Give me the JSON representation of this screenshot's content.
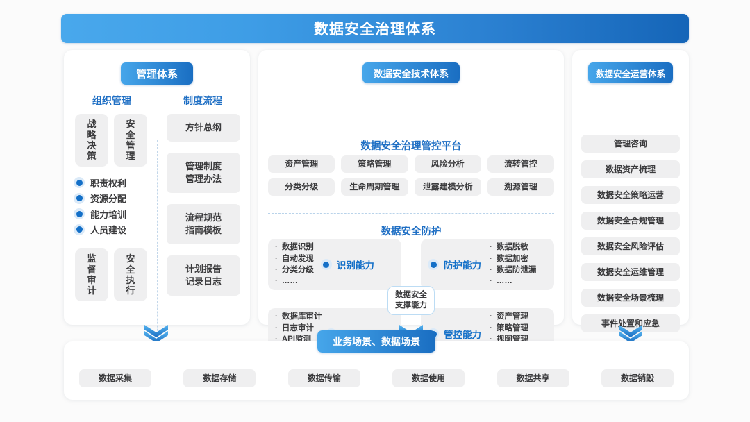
{
  "title": "数据安全治理体系",
  "colors": {
    "accent_light": "#46a6ea",
    "accent_dark": "#1a6ec2",
    "chip_bg": "#efeff0",
    "text_dark": "#3b3b3d",
    "blue_text": "#1f6fc4"
  },
  "left_panel": {
    "header": "管理体系",
    "columns": [
      {
        "title": "组织管理"
      },
      {
        "title": "制度流程"
      }
    ],
    "org_top_boxes": [
      "战略决策",
      "安全管理"
    ],
    "org_bullets": [
      "职责权利",
      "资源分配",
      "能力培训",
      "人员建设"
    ],
    "org_bottom_boxes": [
      "监督审计",
      "安全执行"
    ],
    "process_boxes": [
      {
        "lines": [
          "方针总纲"
        ]
      },
      {
        "lines": [
          "管理制度",
          "管理办法"
        ]
      },
      {
        "lines": [
          "流程规范",
          "指南模板"
        ]
      },
      {
        "lines": [
          "计划报告",
          "记录日志"
        ]
      }
    ]
  },
  "center_panel": {
    "header": "数据安全技术体系",
    "platform_title": "数据安全治理管控平台",
    "platform_chips": [
      "资产管理",
      "策略管理",
      "风险分析",
      "流转管控",
      "分类分级",
      "生命周期管理",
      "泄露建模分析",
      "溯源管理"
    ],
    "defense_title": "数据安全防护",
    "center_badge": [
      "数据安全",
      "支撑能力"
    ],
    "quadrants": [
      {
        "id": "identify",
        "label": "识别能力",
        "items": [
          "数据识别",
          "自动发现",
          "分类分级",
          "……"
        ],
        "label_side": "right"
      },
      {
        "id": "protect",
        "label": "防护能力",
        "items": [
          "数据脱敏",
          "数据加密",
          "数据防泄漏",
          "……"
        ],
        "label_side": "left"
      },
      {
        "id": "monitor",
        "label": "监测能力",
        "items": [
          "数据库审计",
          "日志审计",
          "API监测",
          "……"
        ],
        "label_side": "right"
      },
      {
        "id": "control",
        "label": "管控能力",
        "items": [
          "资产管理",
          "策略管理",
          "视图管理",
          "……"
        ],
        "label_side": "left"
      }
    ]
  },
  "right_panel": {
    "header": "数据安全运营体系",
    "items": [
      "管理咨询",
      "数据资产梳理",
      "数据安全策略运营",
      "数据安全合规管理",
      "数据安全风险评估",
      "数据安全运维管理",
      "数据安全场景梳理",
      "事件处置和应急"
    ]
  },
  "bottom_panel": {
    "header": "业务场景、数据场景",
    "chips": [
      "数据采集",
      "数据存储",
      "数据传输",
      "数据使用",
      "数据共享",
      "数据销毁"
    ]
  }
}
